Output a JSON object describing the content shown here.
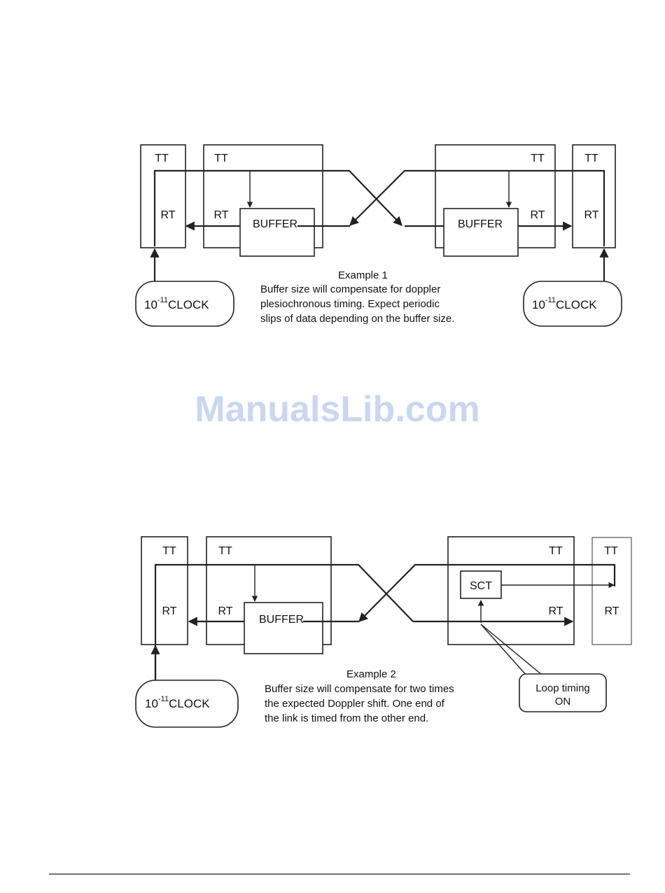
{
  "example1": {
    "left_tt_outer": "TT",
    "left_tt_inner": "TT",
    "left_rt_outer": "RT",
    "left_rt_inner": "RT",
    "left_buffer": "BUFFER",
    "right_tt_inner": "TT",
    "right_tt_outer": "TT",
    "right_rt_inner": "RT",
    "right_rt_outer": "RT",
    "right_buffer": "BUFFER",
    "left_clock": {
      "base": "10",
      "exp": "-11",
      "label": "CLOCK"
    },
    "right_clock": {
      "base": "10",
      "exp": "-11",
      "label": "CLOCK"
    },
    "caption_title": "Example 1",
    "caption_lines": [
      "Buffer size will compensate for doppler",
      "plesiochronous timing.  Expect periodic",
      "slips of data depending on the buffer size."
    ]
  },
  "watermark": "ManualsLib.com",
  "example2": {
    "left_tt_outer": "TT",
    "left_tt_inner": "TT",
    "left_rt_outer": "RT",
    "left_rt_inner": "RT",
    "left_buffer": "BUFFER",
    "right_tt_inner": "TT",
    "right_tt_outer": "TT",
    "right_sct": "SCT",
    "right_rt_inner": "RT",
    "right_rt_outer": "RT",
    "left_clock": {
      "base": "10",
      "exp": "-11",
      "label": "CLOCK"
    },
    "loop_timing_line1": "Loop timing",
    "loop_timing_line2": "ON",
    "caption_title": "Example 2",
    "caption_lines": [
      "Buffer size will compensate for two times",
      "the expected Doppler shift.  One end of",
      "the link is timed from the other end."
    ]
  }
}
